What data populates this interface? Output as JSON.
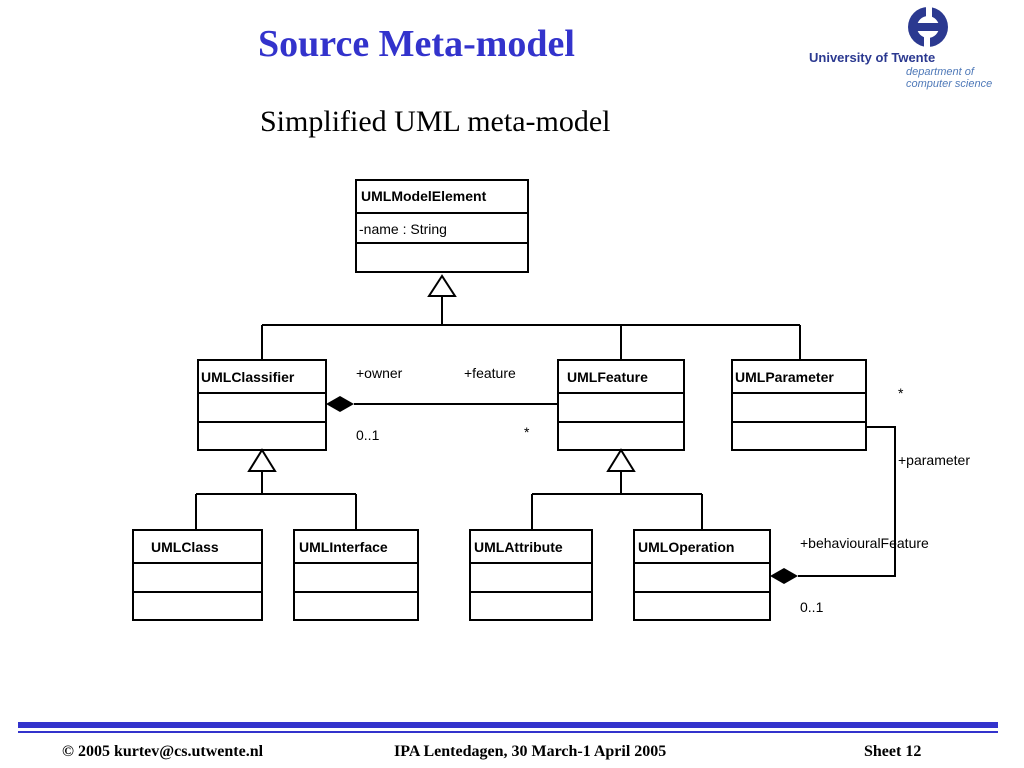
{
  "header": {
    "title": "Source Meta-model",
    "subtitle": "Simplified UML meta-model"
  },
  "logo": {
    "university": "University of Twente",
    "department_line1": "department of",
    "department_line2": "computer science"
  },
  "diagram": {
    "classes": {
      "model_element": {
        "name": "UMLModelElement",
        "attribute": "-name : String"
      },
      "classifier": {
        "name": "UMLClassifier"
      },
      "feature": {
        "name": "UMLFeature"
      },
      "parameter": {
        "name": "UMLParameter"
      },
      "class": {
        "name": "UMLClass"
      },
      "interface": {
        "name": "UMLInterface"
      },
      "attribute": {
        "name": "UMLAttribute"
      },
      "operation": {
        "name": "UMLOperation"
      }
    },
    "associations": {
      "owner_role": "+owner",
      "feature_role": "+feature",
      "owner_multiplicity": "0..1",
      "feature_multiplicity": "*",
      "parameter_multiplicity": "*",
      "parameter_role": "+parameter",
      "behavioural_role": "+behaviouralFeature",
      "behavioural_multiplicity": "0..1"
    }
  },
  "footer": {
    "left": "© 2005  kurtev@cs.utwente.nl",
    "center": "IPA Lentedagen, 30 March-1 April 2005",
    "right": "Sheet 12"
  },
  "colors": {
    "title": "#3333cc",
    "rule": "#3333cc",
    "logo_text": "#2b3990"
  }
}
